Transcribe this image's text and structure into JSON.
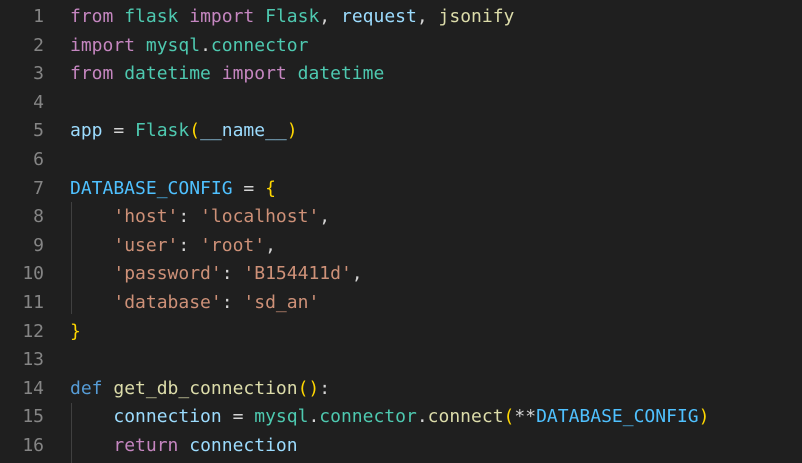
{
  "editor": {
    "lines": [
      {
        "n": "1",
        "tokens": [
          [
            "kw",
            "from"
          ],
          [
            "op",
            " "
          ],
          [
            "mod",
            "flask"
          ],
          [
            "op",
            " "
          ],
          [
            "kw",
            "import"
          ],
          [
            "op",
            " "
          ],
          [
            "cls",
            "Flask"
          ],
          [
            "op",
            ", "
          ],
          [
            "var",
            "request"
          ],
          [
            "op",
            ", "
          ],
          [
            "fn",
            "jsonify"
          ]
        ]
      },
      {
        "n": "2",
        "tokens": [
          [
            "kw",
            "import"
          ],
          [
            "op",
            " "
          ],
          [
            "mod",
            "mysql"
          ],
          [
            "op",
            "."
          ],
          [
            "mod",
            "connector"
          ]
        ]
      },
      {
        "n": "3",
        "tokens": [
          [
            "kw",
            "from"
          ],
          [
            "op",
            " "
          ],
          [
            "mod",
            "datetime"
          ],
          [
            "op",
            " "
          ],
          [
            "kw",
            "import"
          ],
          [
            "op",
            " "
          ],
          [
            "cls",
            "datetime"
          ]
        ]
      },
      {
        "n": "4",
        "tokens": []
      },
      {
        "n": "5",
        "tokens": [
          [
            "var",
            "app"
          ],
          [
            "op",
            " = "
          ],
          [
            "cls",
            "Flask"
          ],
          [
            "brace",
            "("
          ],
          [
            "var",
            "__name__"
          ],
          [
            "brace",
            ")"
          ]
        ]
      },
      {
        "n": "6",
        "tokens": []
      },
      {
        "n": "7",
        "tokens": [
          [
            "const",
            "DATABASE_CONFIG"
          ],
          [
            "op",
            " = "
          ],
          [
            "brace",
            "{"
          ]
        ]
      },
      {
        "n": "8",
        "tokens": [
          [
            "op",
            "    "
          ],
          [
            "str",
            "'host'"
          ],
          [
            "op",
            ": "
          ],
          [
            "str",
            "'localhost'"
          ],
          [
            "op",
            ","
          ]
        ]
      },
      {
        "n": "9",
        "tokens": [
          [
            "op",
            "    "
          ],
          [
            "str",
            "'user'"
          ],
          [
            "op",
            ": "
          ],
          [
            "str",
            "'root'"
          ],
          [
            "op",
            ","
          ]
        ]
      },
      {
        "n": "10",
        "tokens": [
          [
            "op",
            "    "
          ],
          [
            "str",
            "'password'"
          ],
          [
            "op",
            ": "
          ],
          [
            "str",
            "'B154411d'"
          ],
          [
            "op",
            ","
          ]
        ]
      },
      {
        "n": "11",
        "tokens": [
          [
            "op",
            "    "
          ],
          [
            "str",
            "'database'"
          ],
          [
            "op",
            ": "
          ],
          [
            "str",
            "'sd_an'"
          ]
        ]
      },
      {
        "n": "12",
        "tokens": [
          [
            "brace",
            "}"
          ]
        ]
      },
      {
        "n": "13",
        "tokens": []
      },
      {
        "n": "14",
        "tokens": [
          [
            "def",
            "def"
          ],
          [
            "op",
            " "
          ],
          [
            "fn",
            "get_db_connection"
          ],
          [
            "brace",
            "()"
          ],
          [
            "op",
            ":"
          ]
        ]
      },
      {
        "n": "15",
        "tokens": [
          [
            "op",
            "    "
          ],
          [
            "var",
            "connection"
          ],
          [
            "op",
            " = "
          ],
          [
            "mod",
            "mysql"
          ],
          [
            "op",
            "."
          ],
          [
            "mod",
            "connector"
          ],
          [
            "op",
            "."
          ],
          [
            "fn",
            "connect"
          ],
          [
            "brace",
            "("
          ],
          [
            "op",
            "**"
          ],
          [
            "const",
            "DATABASE_CONFIG"
          ],
          [
            "brace",
            ")"
          ]
        ]
      },
      {
        "n": "16",
        "tokens": [
          [
            "op",
            "    "
          ],
          [
            "kw",
            "return"
          ],
          [
            "op",
            " "
          ],
          [
            "var",
            "connection"
          ]
        ]
      }
    ]
  }
}
